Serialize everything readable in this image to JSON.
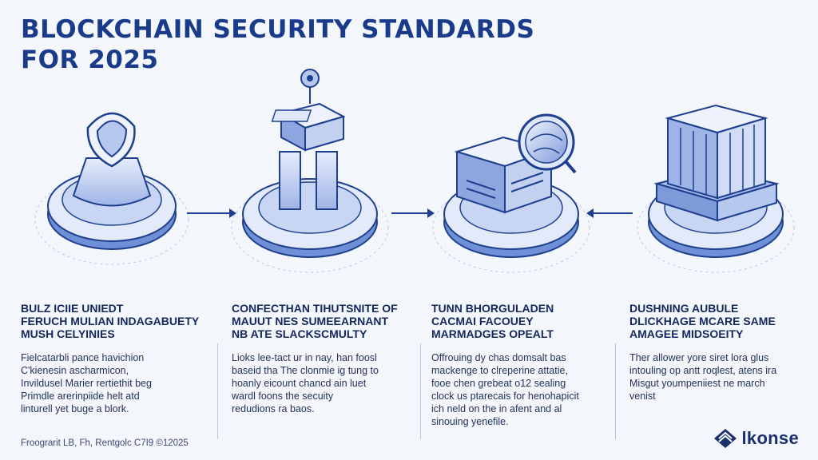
{
  "title": "BLOCKCHAIN SECURITY STANDARDS\nFOR 2025",
  "columns": [
    {
      "heading": "BULZ ICIIE UNIEDT\nFERUCH MULIAN INDAGABUETY\nMUSH CELYINIES",
      "body": "Fielcatarbli pance havichion\nC'kienesin ascharmicon,\nInvildusel Marier rertiethit beg\nPrimdle arerinpiide helt atd\nlinturell yet buge a blork."
    },
    {
      "heading": "CONFECTHAN TIHUTSNITE OF\nMAUUT NES SUMEEARNANT\nNB ATE SLACKSCMULTY",
      "body": "Lioks lee-tact ur in nay, han foosl\nbaseid tha The clonmie ig tung to\nhoanly eicount chancd ain luet\nwardl foons the secuity\nredudions ra baos."
    },
    {
      "heading": "TUNN BHORGULADEN\nCACMAI FACOUEY\nMARMADGES OPEALT",
      "body": "Offrouing dy chas domsalt bas\nmackenge to clreperine attatie,\nfooe chen grebeat o12 sealing\nclock us ptarecais for henohapicit\nich neld on the in afent and al\nsinouing yenefile."
    },
    {
      "heading": "DUSHNING AUBULE\nDLICKHAGE MCARE SAME\nAMAGEE MIDSOEITY",
      "body": "Ther allower yore siret lora glus\nintouling op antt roqlest, atens ira\nMisgut youmpeniiest ne march\nvenist"
    }
  ],
  "footer": "Froograrit LB, Fh, Rentgolc C7I9 ©12025",
  "brand": "lkonse",
  "colors": {
    "ink": "#1a3a8a",
    "soft": "#a9bdea",
    "fill": "#dde6f8",
    "bg": "#f3f6fb"
  },
  "icons": [
    "security-object-icon",
    "server-device-icon",
    "globe-box-icon",
    "block-cube-icon"
  ]
}
